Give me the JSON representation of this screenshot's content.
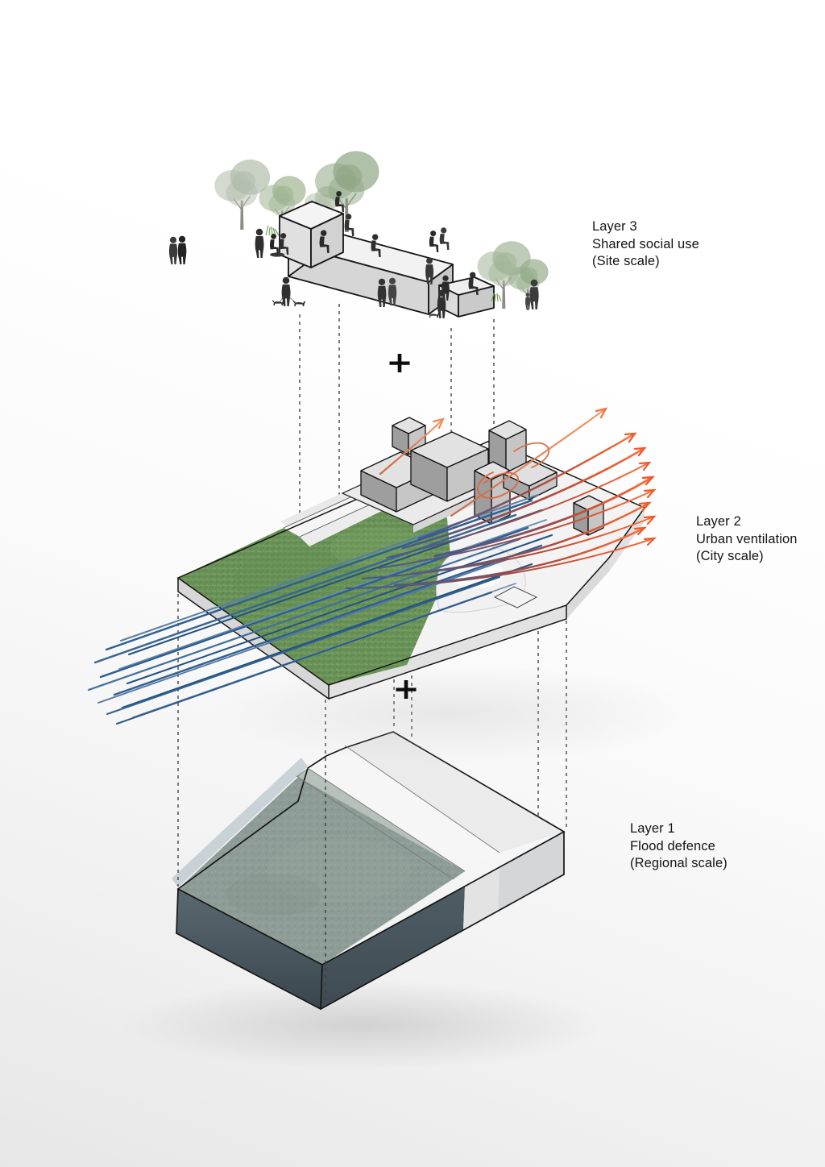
{
  "diagram": {
    "plus_top": "+",
    "plus_bottom": "+",
    "labels": {
      "layer3": [
        "Layer 3",
        "Shared social use",
        "(Site scale)"
      ],
      "layer2": [
        "Layer 2",
        "Urban ventilation",
        "(City scale)"
      ],
      "layer1": [
        "Layer 1",
        "Flood defence",
        "(Regional scale)"
      ]
    },
    "legend_colors": {
      "cool_wind_blue": "#2e5f93",
      "warm_wind_orange": "#f0582b",
      "grass_green": "#6a9258",
      "water_teal": "#8d9c96",
      "structure_white": "#f2f2f2",
      "outline_black": "#161616"
    }
  }
}
